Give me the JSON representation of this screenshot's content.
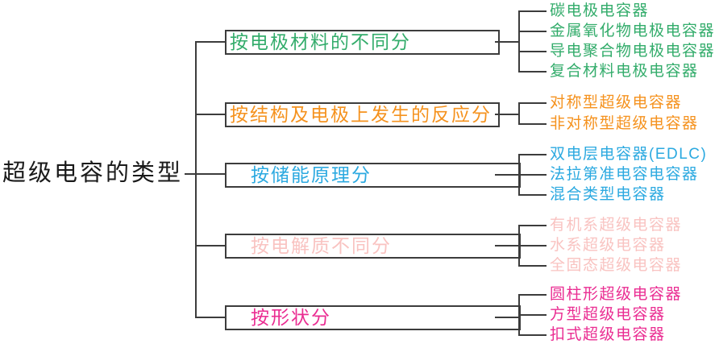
{
  "root": {
    "label": "超级电容的类型"
  },
  "colors": {
    "line": "#3c3c3c",
    "root_text": "#1a1a1a",
    "green": "#33ac6b",
    "orange": "#f5921e",
    "blue": "#2ba9e0",
    "light_pink": "#f9c3c1",
    "magenta": "#ea2d92"
  },
  "groups": [
    {
      "label": "按电极材料的不同分",
      "color": "#33ac6b",
      "leaves": [
        "碳电极电容器",
        "金属氧化物电极电容器",
        "导电聚合物电极电容器",
        "复合材料电极电容器"
      ]
    },
    {
      "label": "按结构及电极上发生的反应分",
      "color": "#f5921e",
      "leaves": [
        "对称型超级电容器",
        "非对称型超级电容器"
      ]
    },
    {
      "label": "按储能原理分",
      "color": "#2ba9e0",
      "leaves": [
        "双电层电容器(EDLC)",
        "法拉第准电容电容器",
        "混合类型电容器"
      ]
    },
    {
      "label": "按电解质不同分",
      "color": "#f9c3c1",
      "leaves": [
        "有机系超级电容器",
        "水系超级电容器",
        "全固态超级电容器"
      ]
    },
    {
      "label": "按形状分",
      "color": "#ea2d92",
      "leaves": [
        "圆柱形超级电容器",
        "方型超级电容器",
        "扣式超级电容器"
      ]
    }
  ]
}
